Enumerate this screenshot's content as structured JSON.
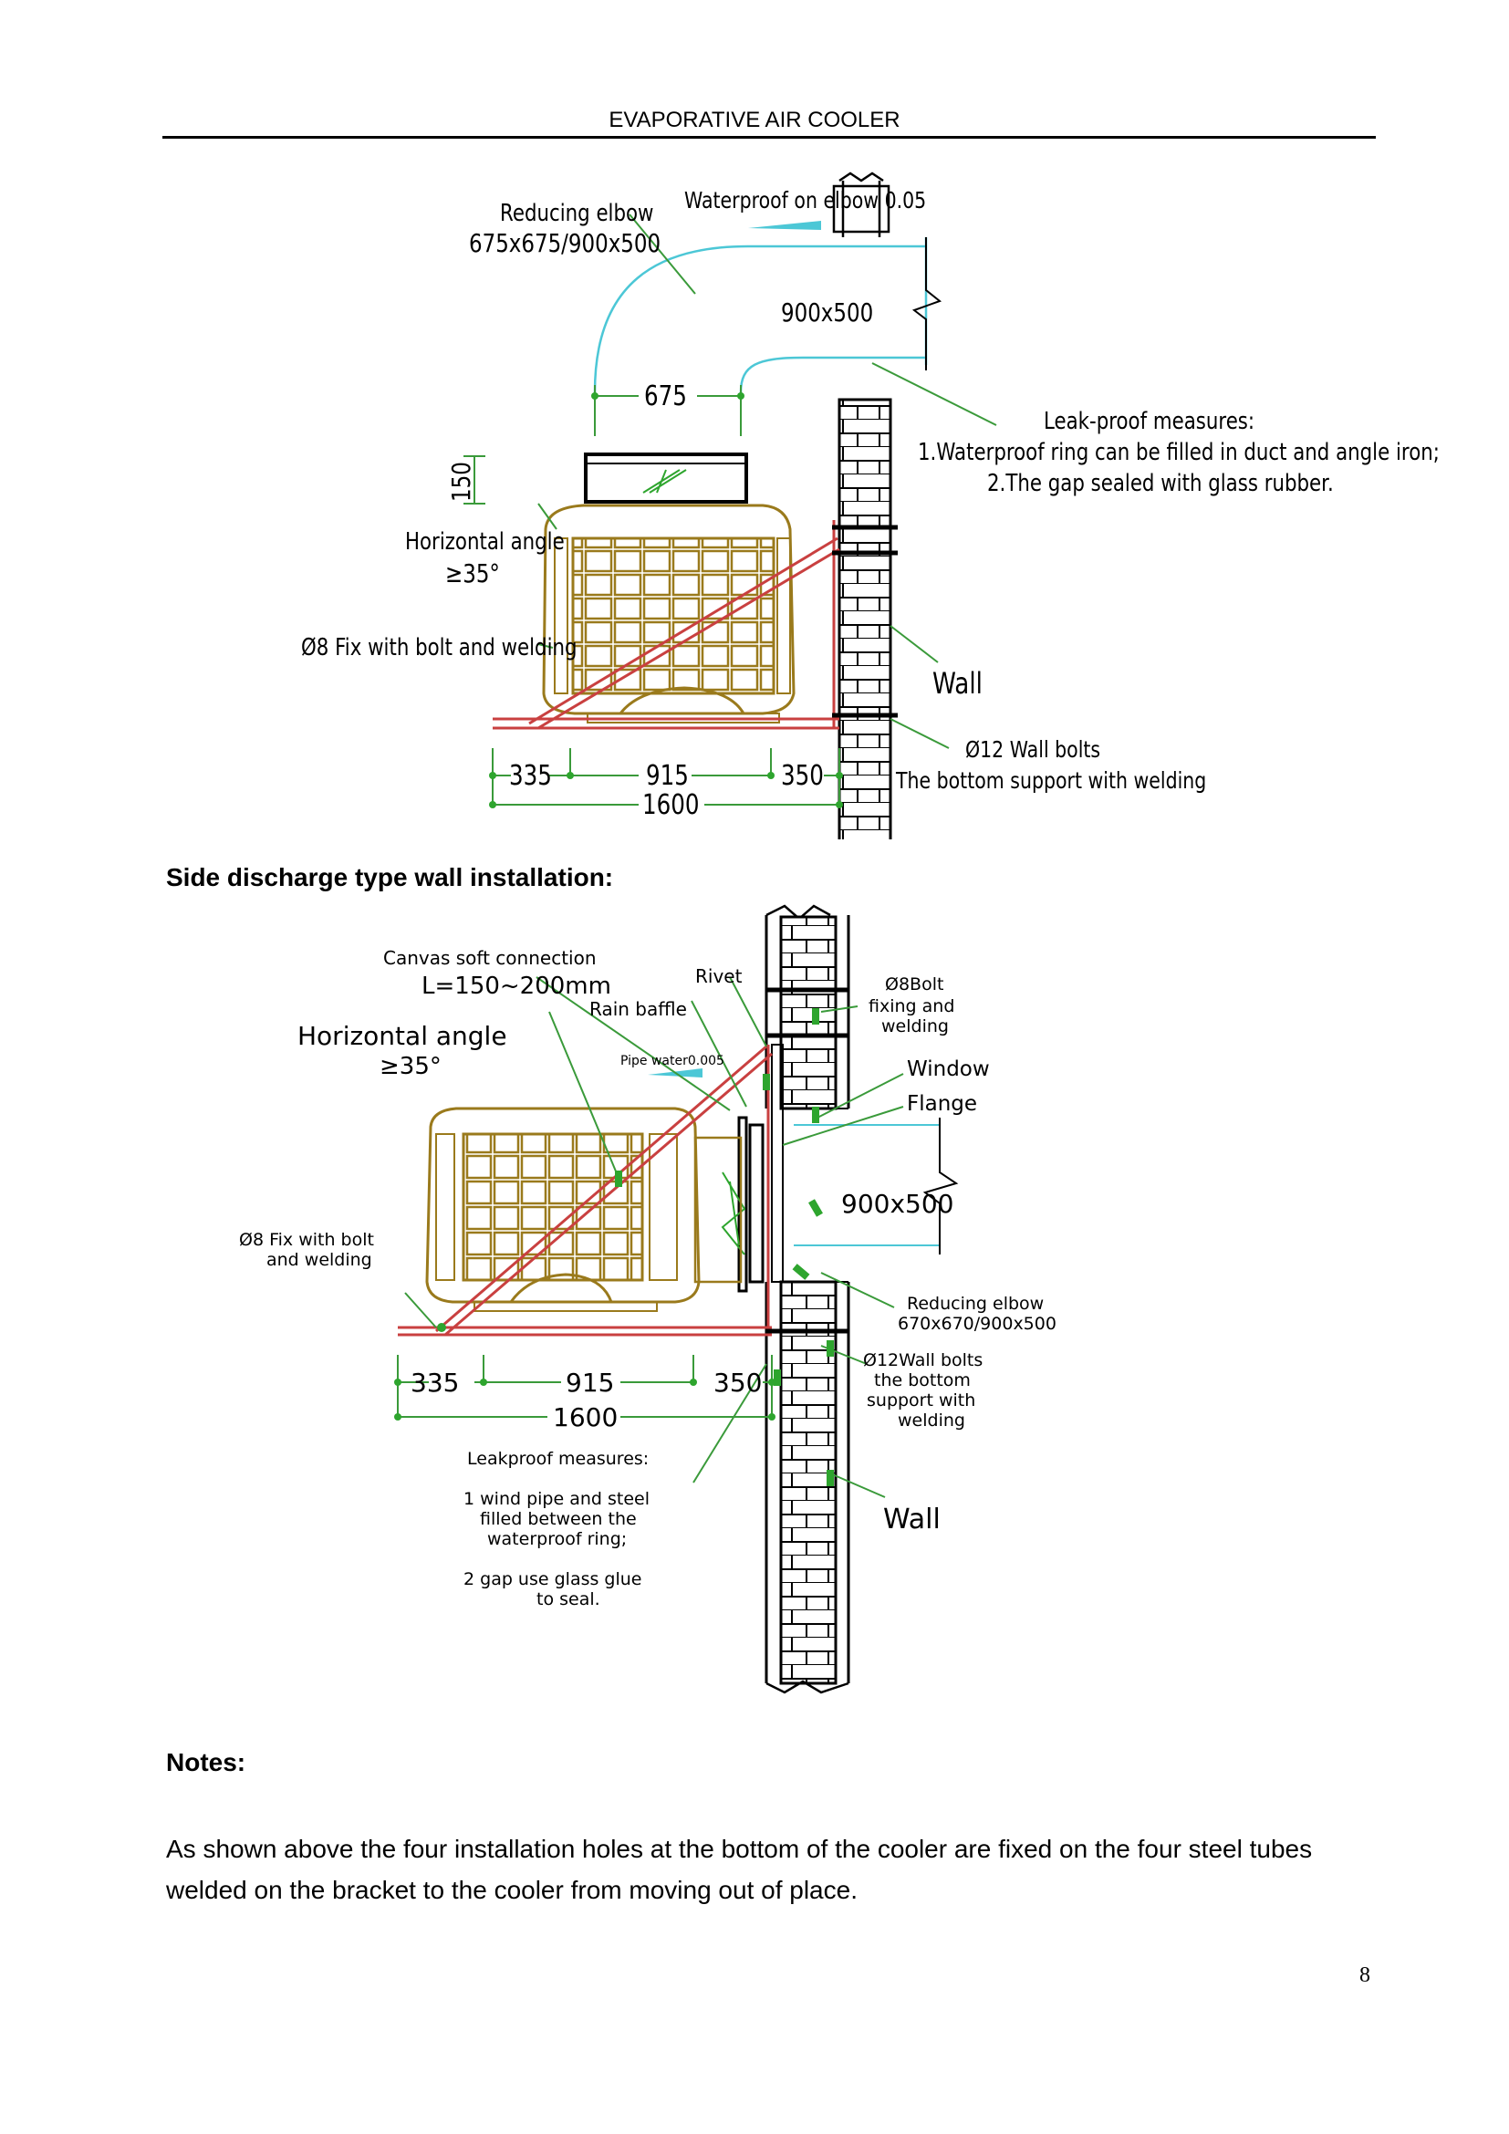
{
  "header": {
    "title": "EVAPORATIVE AIR COOLER"
  },
  "diagram_top": {
    "reducing_elbow_title": "Reducing elbow",
    "reducing_elbow_size": "675x675/900x500",
    "waterproof_label": "Waterproof on elbow 0.05",
    "duct_size": "900x500",
    "width_675": "675",
    "leak_title": "Leak-proof measures:",
    "leak_item_1": "1.Waterproof ring can be filled in duct and angle iron;",
    "leak_item_2": "2.The gap sealed with glass rubber.",
    "height_150": "150",
    "horizontal_angle_title": "Horizontal angle",
    "horizontal_angle_value": "≥35°",
    "fix_label": "Ø8 Fix with bolt and welding",
    "wall_label": "Wall",
    "wall_bolts_label": "Ø12 Wall bolts",
    "bottom_support_label": "The bottom support with welding",
    "dim_335": "335",
    "dim_915": "915",
    "dim_350": "350",
    "dim_1600": "1600"
  },
  "section_side": {
    "heading": "Side discharge type wall installation:"
  },
  "diagram_side": {
    "canvas_title": "Canvas soft connection",
    "canvas_length": "L=150~200mm",
    "rivet_label": "Rivet",
    "rain_baffle_label": "Rain baffle",
    "bolt_line_1": "Ø8Bolt",
    "bolt_line_2": "fixing and",
    "bolt_line_3": "welding",
    "horizontal_angle_title": "Horizontal angle",
    "horizontal_angle_value": "≥35°",
    "pipe_water_label": "Pipe water0.005",
    "window_label": "Window",
    "flange_label": "Flange",
    "duct_size": "900x500",
    "fix_line_1": "Ø8 Fix with bolt",
    "fix_line_2": "and welding",
    "reducing_elbow_title": "Reducing elbow",
    "reducing_elbow_size": "670x670/900x500",
    "wall_bolts_line_1": "Ø12Wall bolts",
    "wall_bolts_line_2": "the bottom",
    "wall_bolts_line_3": "support with",
    "wall_bolts_line_4": "welding",
    "dim_335": "335",
    "dim_915": "915",
    "dim_350": "350",
    "dim_1600": "1600",
    "leak_title": "Leakproof measures:",
    "leak_1_line_1": "1 wind pipe and steel",
    "leak_1_line_2": "filled between the",
    "leak_1_line_3": "waterproof ring;",
    "leak_2_line_1": "2 gap use glass glue",
    "leak_2_line_2": "to seal.",
    "wall_label": "Wall"
  },
  "notes": {
    "heading": "Notes:",
    "body": "As shown above the four installation holes at the bottom of the cooler are fixed on the four steel tubes welded on the bracket to the cooler from moving out of place."
  },
  "footer": {
    "page_number": "8"
  },
  "colors": {
    "cooler": "#9a7a1c",
    "duct": "#4cc7d6",
    "bracket": "#c94040",
    "dimension": "#3a9a3a",
    "marker": "#2ea52e",
    "line": "#000000"
  }
}
